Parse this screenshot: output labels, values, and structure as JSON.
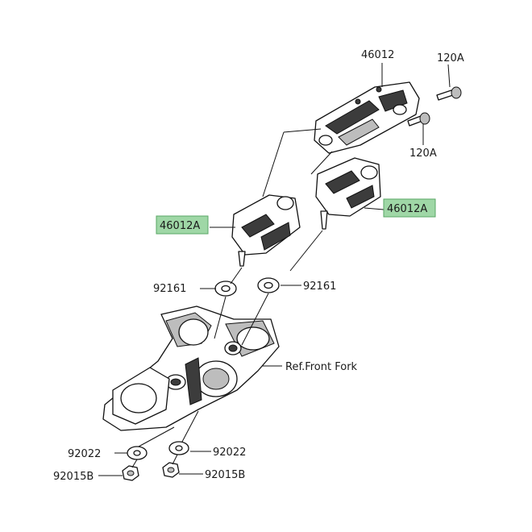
{
  "callouts": {
    "riser_upper": "46012",
    "bolt_upper": "120A",
    "bolt_lower": "120A",
    "riser_left": "46012A",
    "riser_right": "46012A",
    "washer_left": "92161",
    "washer_right": "92161",
    "ref_front_fork": "Ref.Front Fork",
    "washer_bottom_left": "92022",
    "washer_bottom_right": "92022",
    "nut_bottom_left": "92015B",
    "nut_bottom_right": "92015B"
  },
  "colors": {
    "highlight_fill": "#9fd7a6",
    "line": "#111111"
  }
}
